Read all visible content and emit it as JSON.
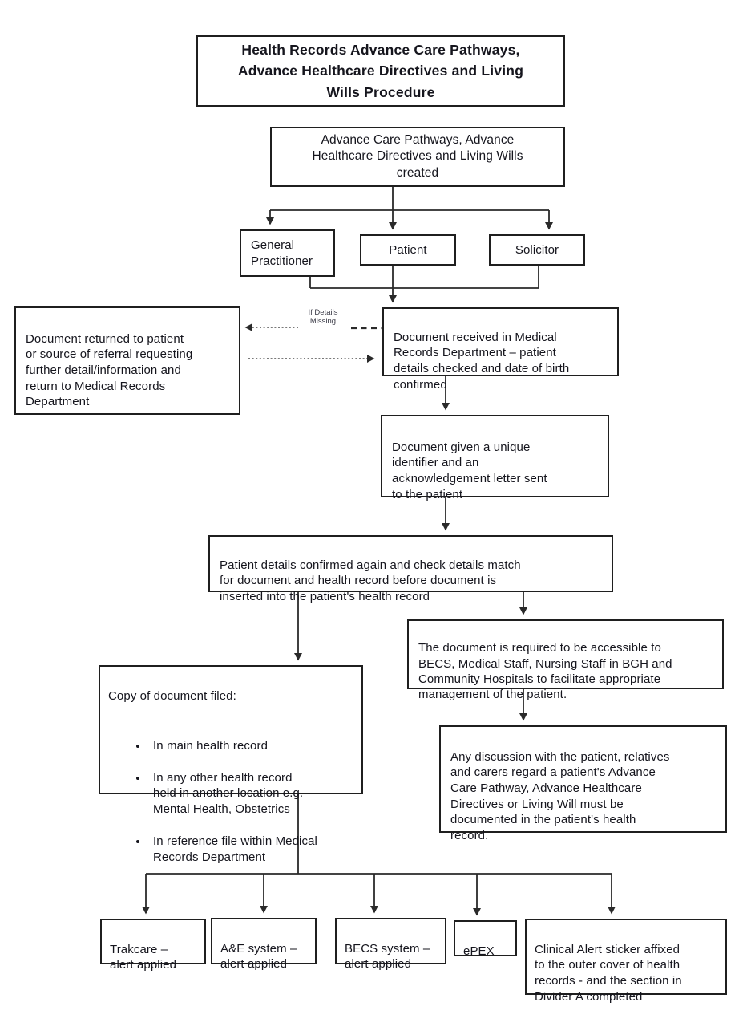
{
  "diagram": {
    "title": "Health Records Advance Care Pathways,\nAdvance Healthcare Directives and Living\nWills Procedure",
    "nodes": {
      "created": "Advance Care Pathways, Advance\nHealthcare Directives and Living Wills\ncreated",
      "general_practitioner": "General\nPractitioner",
      "patient": "Patient",
      "solicitor": "Solicitor",
      "document_returned": "Document returned to patient\nor source of referral requesting\nfurther detail/information and\nreturn to Medical Records\nDepartment",
      "document_received": "Document received in Medical\nRecords Department – patient\ndetails checked and date of birth\nconfirmed",
      "unique_identifier": "Document given a unique\nidentifier and an\nacknowledgement letter sent\nto the patient",
      "details_confirmed": "Patient details confirmed again and check details match\nfor document and health record before document is\ninserted into the patient's health record",
      "document_accessible": "The document is required to be accessible to\nBECS, Medical Staff, Nursing Staff in BGH and\nCommunity Hospitals to facilitate appropriate\nmanagement of the patient.",
      "copy_filed_lead": "Copy of document filed:",
      "copy_filed_bullets": [
        "In main health record",
        "In any other health record\nheld in another location e.g.\nMental Health, Obstetrics",
        "In reference file within Medical\nRecords Department"
      ],
      "discussion_documented": "Any discussion with the patient, relatives\nand carers regard a patient's Advance\nCare Pathway, Advance Healthcare\nDirectives or Living Will must be\ndocumented in the patient's health\nrecord.",
      "trakcare": "Trakcare –\nalert applied",
      "ae_system": "A&E system –\nalert applied",
      "becs_system": "BECS system –\nalert applied",
      "epex": "ePEX",
      "clinical_alert": "Clinical Alert sticker affixed\nto the outer cover of health\nrecords - and the section in\nDivider A completed"
    },
    "edge_labels": {
      "if_details_missing": "If Details\nMissing"
    },
    "colors": {
      "box_border": "#1f1f1f",
      "text": "#15151d",
      "connector": "#2a2a2a",
      "background": "#ffffff"
    }
  }
}
